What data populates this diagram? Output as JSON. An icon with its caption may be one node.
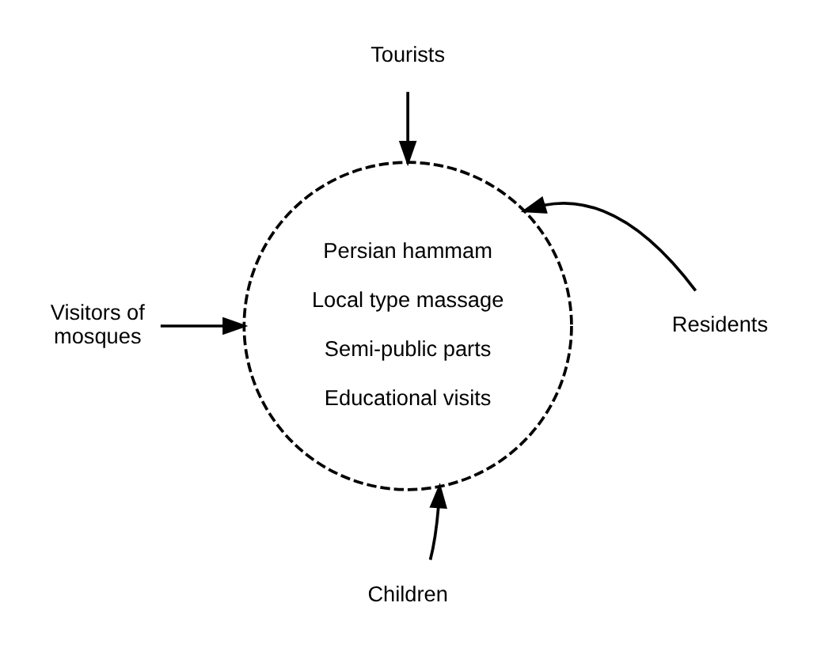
{
  "diagram": {
    "nodes": [
      {
        "text": [
          "Persian hammam",
          "Local type massage",
          "Semi-public parts",
          "Educational visits"
        ]
      },
      {
        "text": [
          "Tourists"
        ]
      },
      {
        "text": [
          "Visitors of mosques"
        ]
      },
      {
        "text": [
          "Residents"
        ]
      },
      {
        "text": [
          "Children"
        ]
      }
    ],
    "edges": [
      {
        "from": 1,
        "to": 0,
        "arrow": "to"
      },
      {
        "from": 2,
        "to": 0,
        "arrow": "to"
      },
      {
        "from": 3,
        "to": 0,
        "arrow": "to"
      },
      {
        "from": 4,
        "to": 0,
        "arrow": "to"
      }
    ]
  }
}
